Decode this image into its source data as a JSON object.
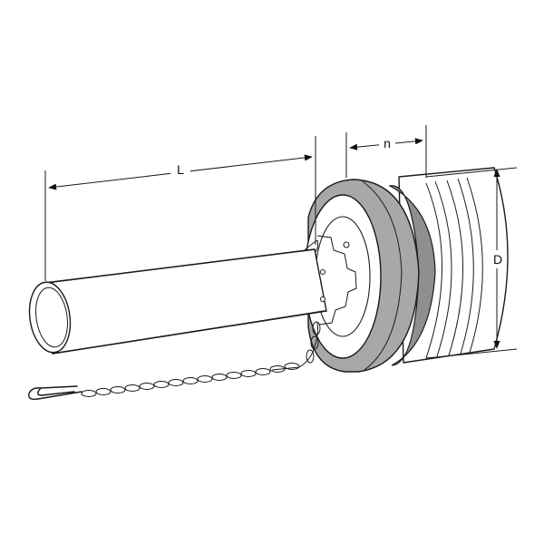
{
  "figure": {
    "labels": {
      "length": "L",
      "width": "n",
      "diameter": "D"
    },
    "colors": {
      "line": "#1a1a1a",
      "collar": "#a8a8a8",
      "collar_dark": "#8f8f8f",
      "tube": "#ffffff"
    }
  }
}
